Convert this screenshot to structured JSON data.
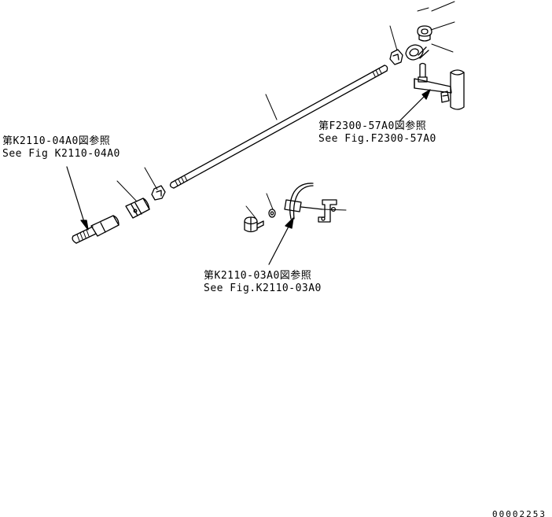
{
  "references": [
    {
      "jp": "第K2110-04A0図参照",
      "en": "See Fig K2110-04A0"
    },
    {
      "jp": "第F2300-57A0図参照",
      "en": "See Fig.F2300-57A0"
    },
    {
      "jp": "第K2110-03A0図参照",
      "en": "See Fig.K2110-03A0"
    }
  ],
  "drawing_number": "00002253",
  "colors": {
    "line": "#000000",
    "background": "#ffffff"
  }
}
